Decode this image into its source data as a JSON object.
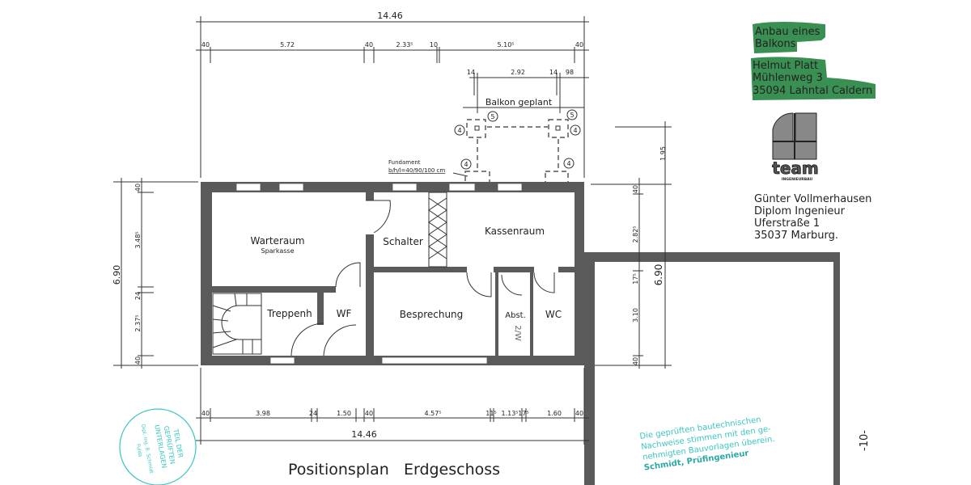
{
  "title": "Positionsplan   Erdgeschoss",
  "project": {
    "line1": "Anbau eines",
    "line2": "Balkons"
  },
  "owner": {
    "name": "Helmut Platt",
    "street": "Mühlenweg 3",
    "city": "35094 Lahntal Caldern"
  },
  "logo": {
    "word": "team",
    "sub": "INGENIEURBAU"
  },
  "engineer": {
    "name": "Günter Vollmerhausen",
    "title": "Diplom Ingenieur",
    "street": "Uferstraße 1",
    "city": "35037 Marburg."
  },
  "rooms": {
    "warteraum": "Warteraum",
    "warteraum_sub": "Sparkasse",
    "treppenh": "Treppenh",
    "wf": "WF",
    "schalter": "Schalter",
    "kassenraum": "Kassenraum",
    "besprechung": "Besprechung",
    "abst": "Abst.",
    "wc": "WC",
    "handnote": "2/W"
  },
  "balcony": {
    "label": "Balkon geplant",
    "fundament1": "Fundament",
    "fundament2": "b/h/l=40/90/100  cm",
    "pos": [
      "4",
      "5",
      "5",
      "4",
      "4",
      "4"
    ]
  },
  "dims_top": {
    "total": "14.46",
    "row": [
      "40",
      "5.72",
      "40",
      "2.33⁵",
      "10",
      "5.10⁵",
      "40"
    ],
    "balcony_row": [
      "14",
      "2.92",
      "14",
      "98"
    ]
  },
  "dims_bottom": {
    "total": "14.46",
    "row": [
      "40",
      "3.98",
      "24",
      "1.50",
      "40",
      "4.57⁵",
      "11⁵",
      "1.13⁵",
      "17⁵",
      "1.60",
      "40"
    ]
  },
  "dims_left": {
    "total": "6.90",
    "row": [
      "40",
      "3.48⁵",
      "24",
      "2.37⁵",
      "40"
    ]
  },
  "dims_right": {
    "total": "6.90",
    "top": "1.95",
    "row": [
      "40",
      "2.82⁵",
      "17⁵",
      "3.10",
      "40"
    ]
  },
  "stamp_round": {
    "l1": "TEIL DER",
    "l2": "GEPRÜFTEN",
    "l3": "UNTERLAGEN",
    "l4": "Dipl.-Ing. B. Schmidt",
    "l5": "Fulda"
  },
  "stamp_text": {
    "l1": "Die geprüften bautechnischen",
    "l2": "Nachweise stimmen mit den ge-",
    "l3": "nehmigten Bauvorlagen überein.",
    "l4": "Schmidt, Prüfingenieur"
  },
  "page_mark": "-10-",
  "colors": {
    "wall": "#5a5a5a",
    "highlighter": "#2f8a4a",
    "stamp": "#3cc6c0"
  }
}
